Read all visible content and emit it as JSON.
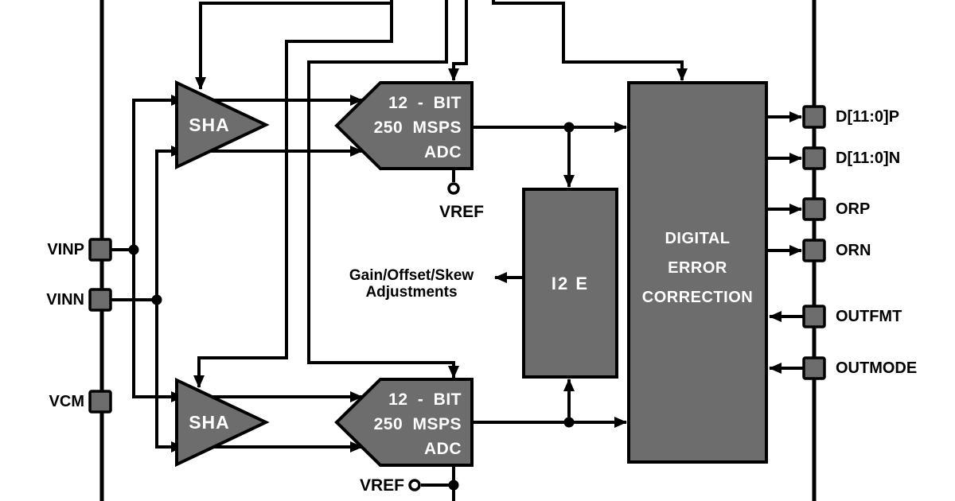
{
  "figure": {
    "description": "ADC functional block diagram: dual SHA and 12-bit 250 MSPS ADC cores with I2E engine and digital error correction"
  },
  "colors": {
    "block_fill": "#6d6d6d",
    "wire": "#000000",
    "background": "#ffffff",
    "text_on_block": "#ffffff",
    "label": "#000000"
  },
  "left_pins": [
    {
      "label": "VINP"
    },
    {
      "label": "VINN"
    },
    {
      "label": "VCM"
    }
  ],
  "right_pins": [
    {
      "label": "D[11:0]P",
      "direction": "out"
    },
    {
      "label": "D[11:0]N",
      "direction": "out"
    },
    {
      "label": "ORP",
      "direction": "out"
    },
    {
      "label": "ORN",
      "direction": "out"
    },
    {
      "label": "OUTFMT",
      "direction": "in"
    },
    {
      "label": "OUTMODE",
      "direction": "in"
    }
  ],
  "blocks": {
    "sha1": {
      "label": "SHA"
    },
    "sha2": {
      "label": "SHA"
    },
    "adc1": {
      "line1": "12 - BIT",
      "line2": "250 MSPS",
      "line3": "ADC"
    },
    "adc2": {
      "line1": "12 - BIT",
      "line2": "250 MSPS",
      "line3": "ADC"
    },
    "i2e": {
      "label": "I2 E"
    },
    "dec": {
      "line1": "DIGITAL",
      "line2": "ERROR",
      "line3": "CORRECTION"
    }
  },
  "annotations": {
    "vref_top": "VREF",
    "vref_bottom": "VREF",
    "adjust_line1": "Gain/Offset/Skew",
    "adjust_line2": "Adjustments"
  }
}
